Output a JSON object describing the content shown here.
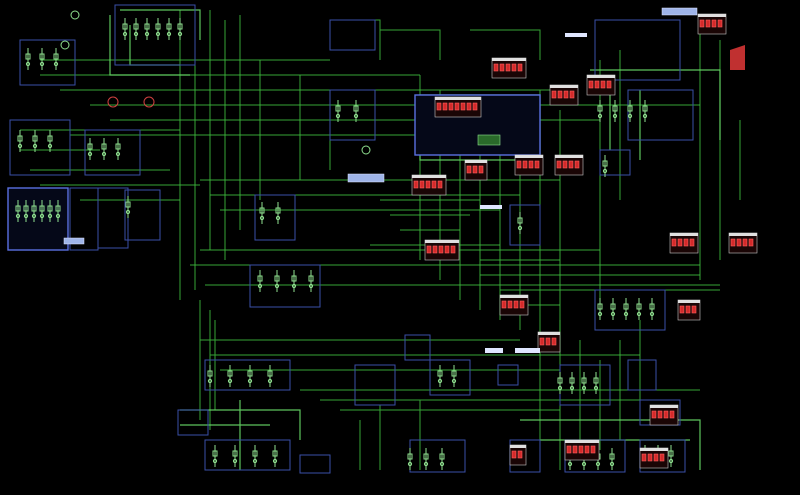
{
  "diagram": {
    "background": "#000000",
    "wire_color": "#3fbf3f",
    "panel_color": "#3a4fa8",
    "alarm_color": "#d42a2a",
    "label_boxes": [
      {
        "id": "lb1"
      },
      {
        "id": "lb2"
      },
      {
        "id": "lb3"
      },
      {
        "id": "lb4"
      }
    ]
  }
}
